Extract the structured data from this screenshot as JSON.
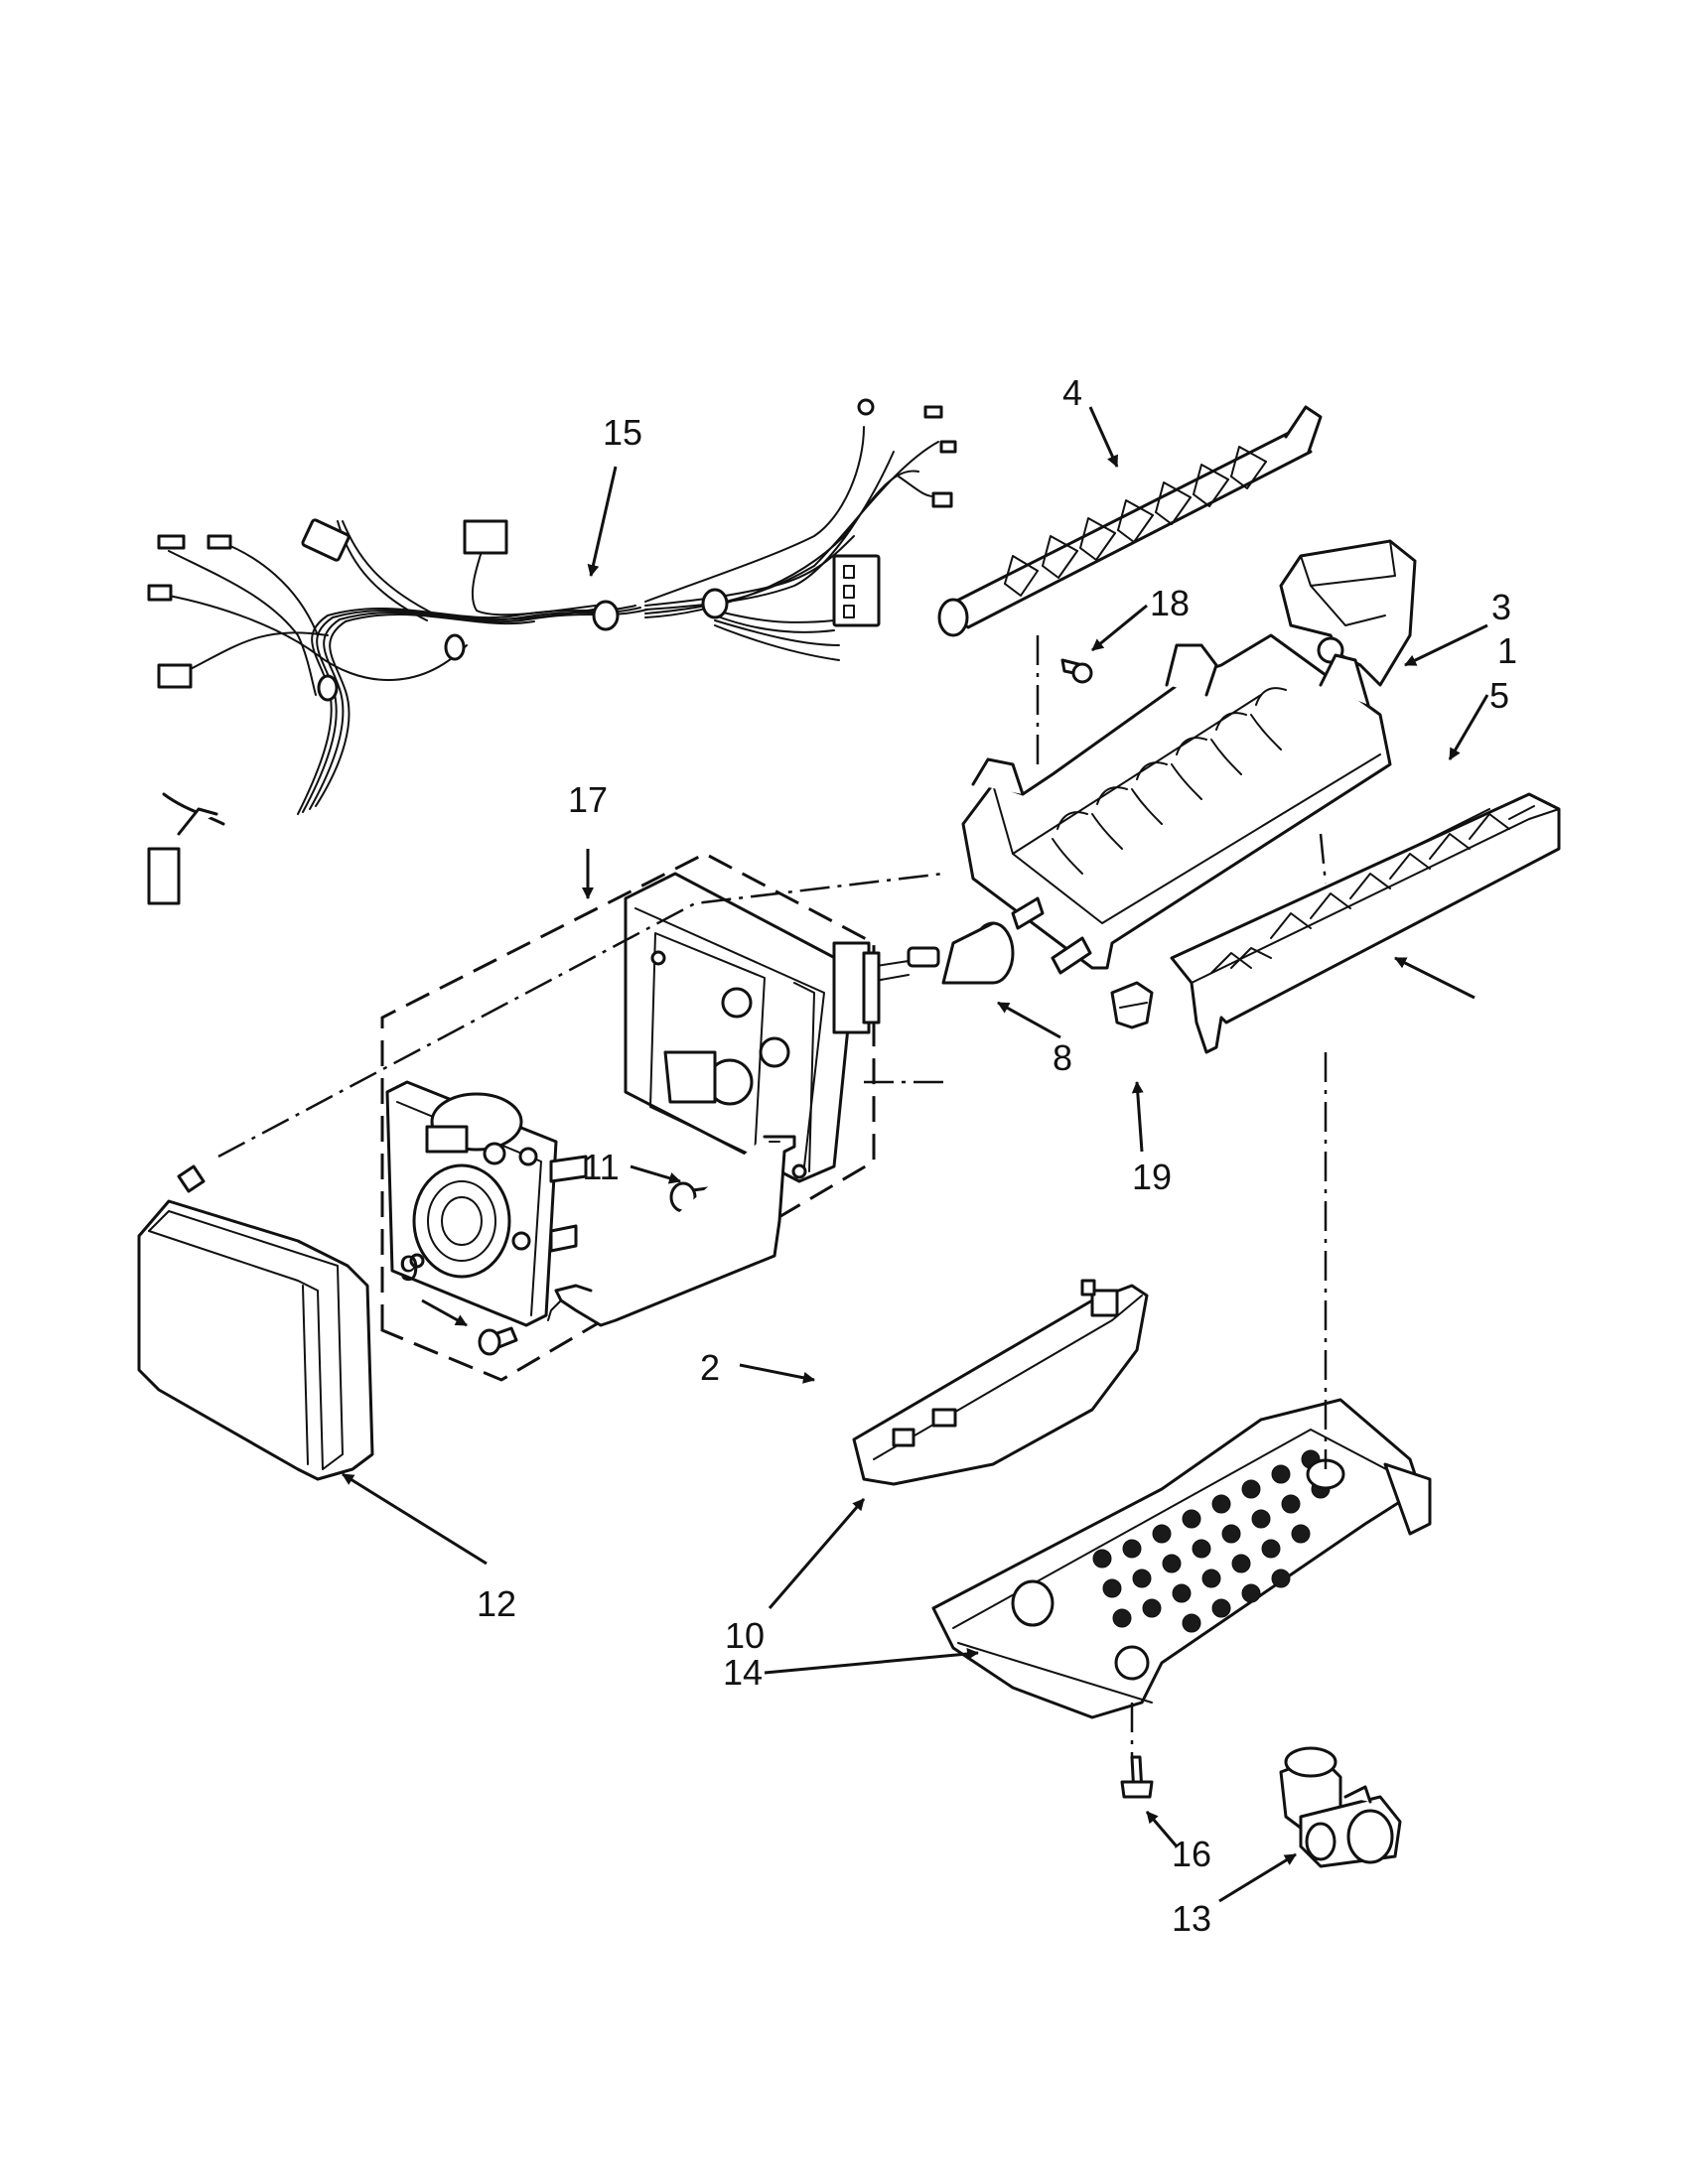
{
  "callouts": [
    "1",
    "2",
    "3",
    "4",
    "5",
    "8",
    "9",
    "10",
    "11",
    "12",
    "13",
    "14",
    "15",
    "16",
    "17",
    "18",
    "19"
  ],
  "colors": {
    "line": "#111111",
    "background": "#ffffff"
  }
}
